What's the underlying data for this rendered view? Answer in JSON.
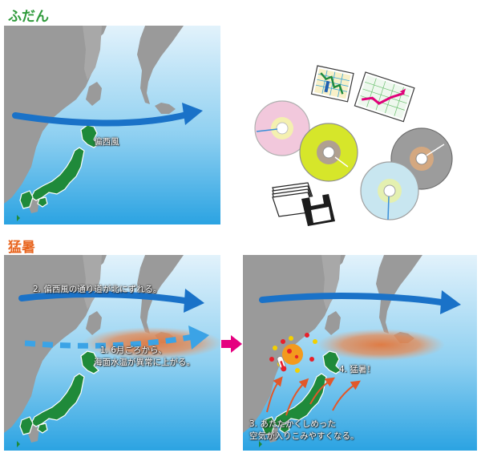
{
  "headings": {
    "normal": "ふだん",
    "heat": "猛暑"
  },
  "labels": {
    "westerlies": "偏西風",
    "step1_line1": "1. 6月ごろから、",
    "step1_line2": "海面水温が異常に上がる。",
    "step2": "2. 偏西風の通り道が北にずれる。",
    "step3_line1": "3. あたたかくしめった",
    "step3_line2": "空気が入りこみやすくなる。",
    "step4": "4. 猛暑！"
  },
  "colors": {
    "normal_heading": "#2e9a3a",
    "heat_heading": "#e8651f",
    "sea_top": "#dff1fb",
    "sea_bottom": "#2fa6e3",
    "land_gray": "#9a9a9a",
    "japan_green": "#1f8a3a",
    "jet_blue": "#1a72c8",
    "warm_water": "#e07840",
    "transition_arrow": "#e5007f",
    "sun": "#f39a1e"
  },
  "icons": [
    "cd-pink",
    "cd-yellow",
    "cd-gray",
    "cd-lightblue",
    "floppy-disk-stack",
    "chart-sheet-bar",
    "chart-sheet-line",
    "sun-icon",
    "thermometer-icon"
  ]
}
